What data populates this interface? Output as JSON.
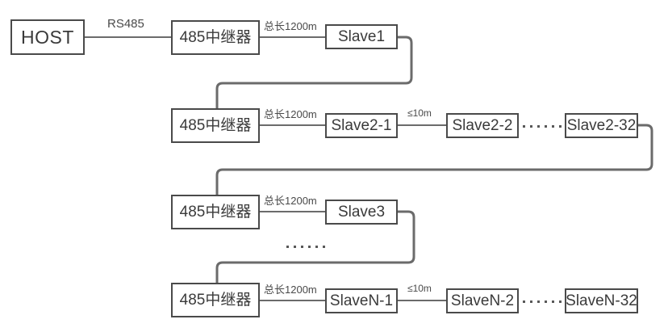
{
  "diagram": {
    "title": "RS485 repeater daisy-chain topology",
    "colors": {
      "box_border": "#4a4a4a",
      "wire": "#6b6b6b",
      "text": "#3a3a3a",
      "background": "#ffffff"
    },
    "nodes": {
      "host": "HOST",
      "repeater1": "485中继器",
      "repeater2": "485中继器",
      "repeater3": "485中继器",
      "repeater4": "485中继器",
      "slave1": "Slave1",
      "slave2_1": "Slave2-1",
      "slave2_2": "Slave2-2",
      "slave2_32": "Slave2-32",
      "slave3": "Slave3",
      "slaveN_1": "SlaveN-1",
      "slaveN_2": "SlaveN-2",
      "slaveN_32": "SlaveN-32"
    },
    "labels": {
      "bus": "RS485",
      "trunk1": "总长1200m",
      "trunk2": "总长1200m",
      "trunk3": "总长1200m",
      "trunk4": "总长1200m",
      "drop2": "≤10m",
      "dropN": "≤10m"
    },
    "ellipsis": {
      "row2_dot_count": 6,
      "row4_dot_count": 6,
      "vertical_dot_count": 6
    }
  }
}
